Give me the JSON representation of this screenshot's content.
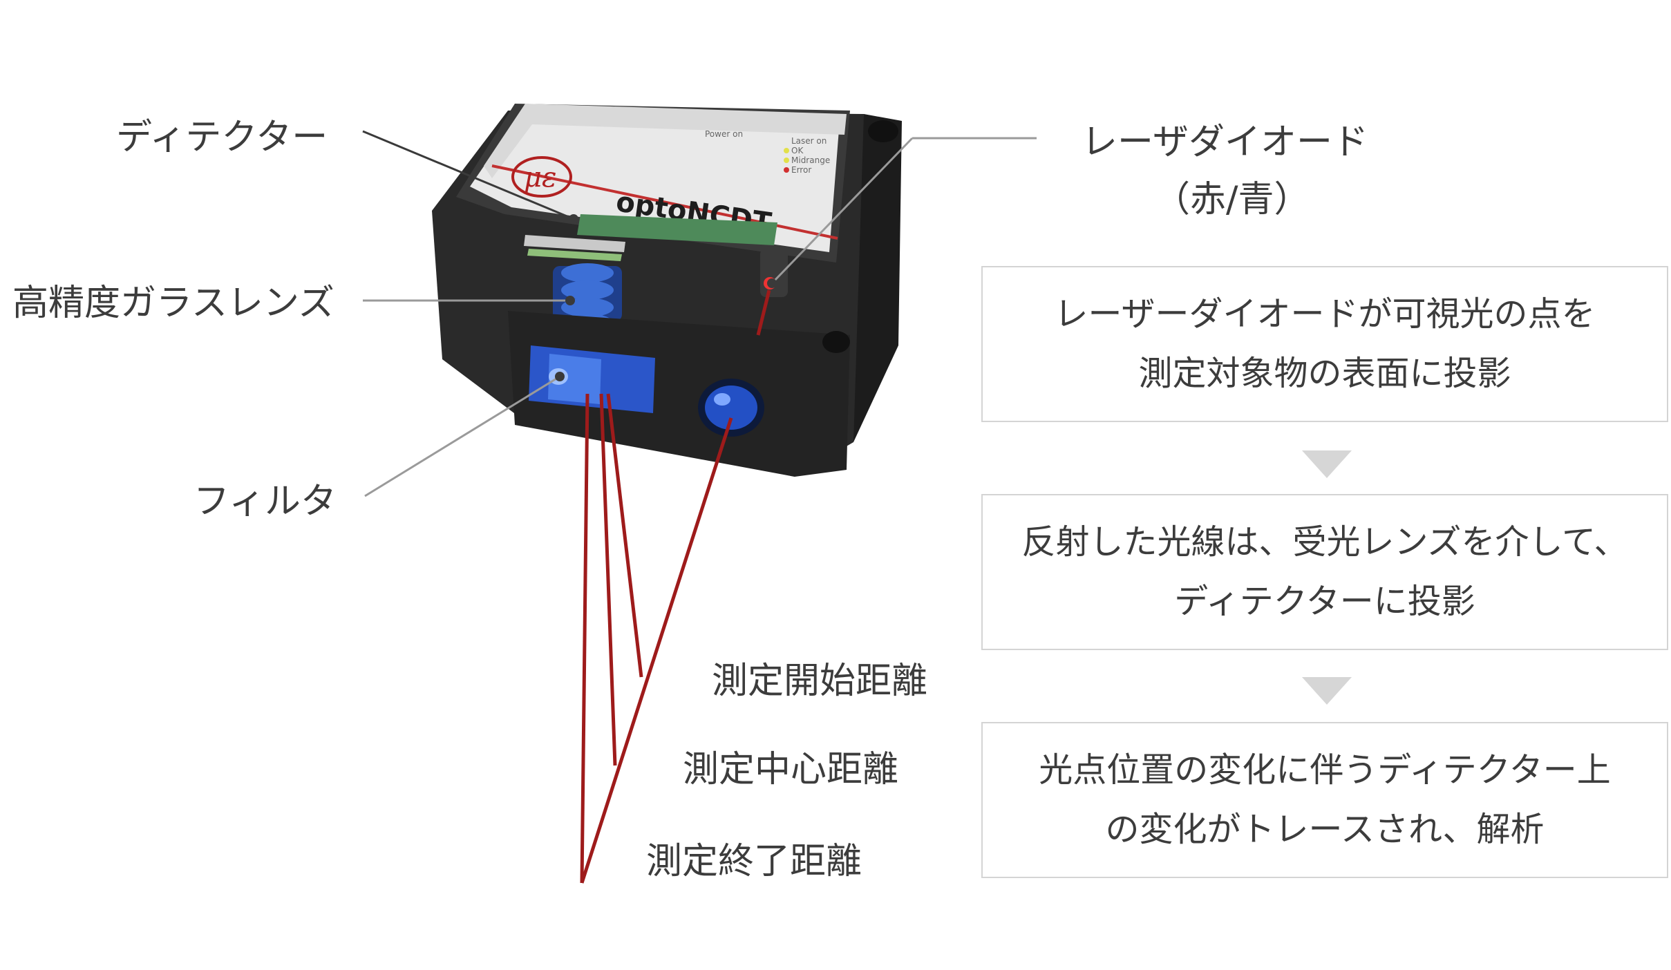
{
  "labels": {
    "detector": "ディテクター",
    "lens": "高精度ガラスレンズ",
    "filter": "フィルタ",
    "laser_line1": "レーザダイオード",
    "laser_line2": "（赤/青）",
    "range_start": "測定開始距離",
    "range_center": "測定中心距離",
    "range_end": "測定終了距離"
  },
  "device": {
    "brand_text": "optoNCDT",
    "logo_text": "με",
    "led_labels": [
      "Power on",
      "Laser on",
      "OK",
      "Midrange",
      "Error"
    ]
  },
  "steps": [
    {
      "line1": "レーザーダイオードが可視光の点を",
      "line2": "測定対象物の表面に投影"
    },
    {
      "line1": "反射した光線は、受光レンズを介して、",
      "line2": "ディテクターに投影"
    },
    {
      "line1": "光点位置の変化に伴うディテクター上",
      "line2": "の変化がトレースされ、解析"
    }
  ],
  "colors": {
    "leader_dark": "#3a3a3a",
    "leader_gray": "#9a9a9a",
    "beam": "#9e1b1b",
    "box_border": "#d4d4d4",
    "arrow": "#d6d6d6"
  }
}
